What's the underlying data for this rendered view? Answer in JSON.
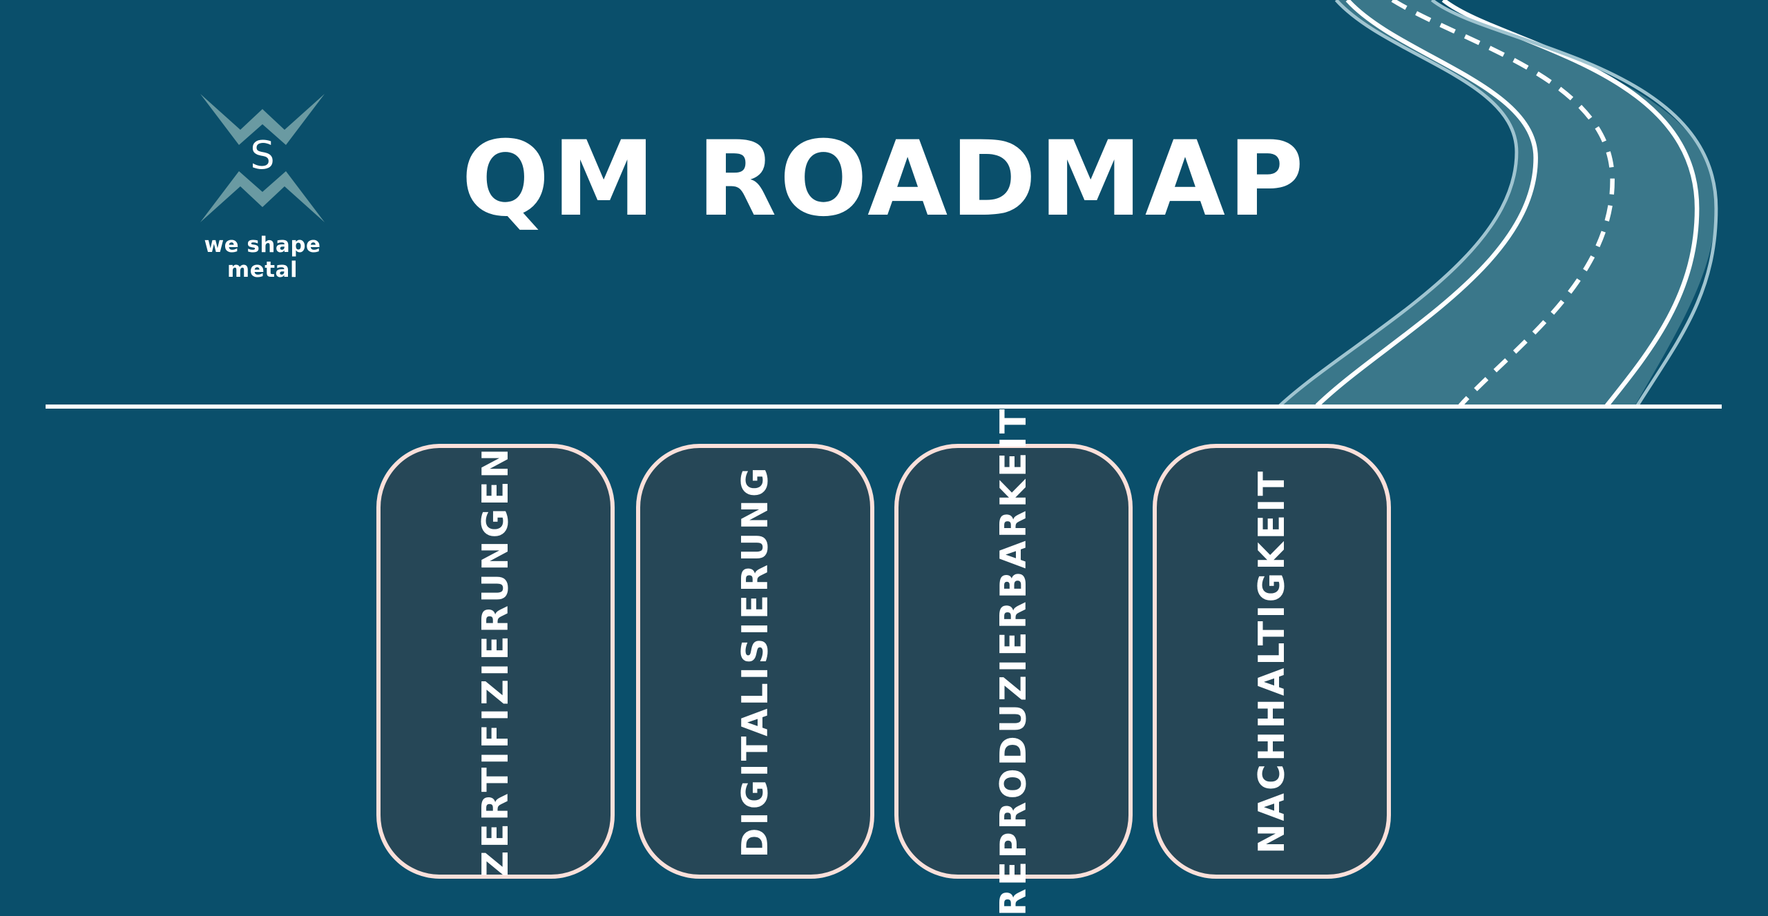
{
  "logo": {
    "tagline": "we shape metal",
    "monogram": "S"
  },
  "header": {
    "title": "QM ROADMAP"
  },
  "pillars": [
    {
      "label": "ZERTIFIZIERUNGEN"
    },
    {
      "label": "DIGITALISIERUNG"
    },
    {
      "label": "REPRODUZIERBARKEIT"
    },
    {
      "label": "NACHHALTIGKEIT"
    }
  ],
  "colors": {
    "background": "#0a4f6b",
    "road": "#3a778a",
    "pillar_fill": "#264757",
    "pillar_border": "#fbe0da",
    "logo_mark": "#6a9aa2"
  }
}
